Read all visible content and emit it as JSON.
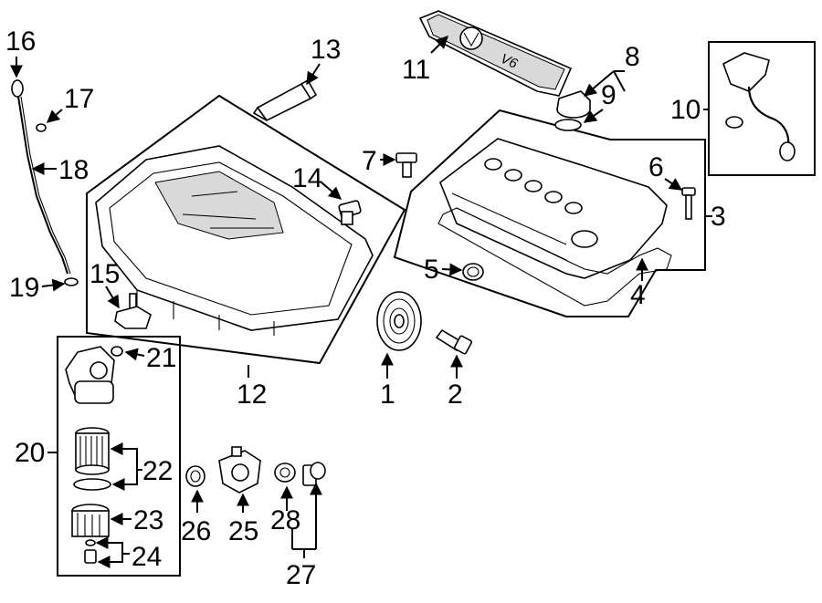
{
  "diagram": {
    "callouts": {
      "c1": "1",
      "c2": "2",
      "c3": "3",
      "c4": "4",
      "c5": "5",
      "c6": "6",
      "c7": "7",
      "c8": "8",
      "c9": "9",
      "c10": "10",
      "c11": "11",
      "c12": "12",
      "c13": "13",
      "c14": "14",
      "c15": "15",
      "c16": "16",
      "c17": "17",
      "c18": "18",
      "c19": "19",
      "c20": "20",
      "c21": "21",
      "c22": "22",
      "c23": "23",
      "c24": "24",
      "c25": "25",
      "c26": "26",
      "c27": "27",
      "c28": "28"
    },
    "cover_marking": "V6"
  }
}
